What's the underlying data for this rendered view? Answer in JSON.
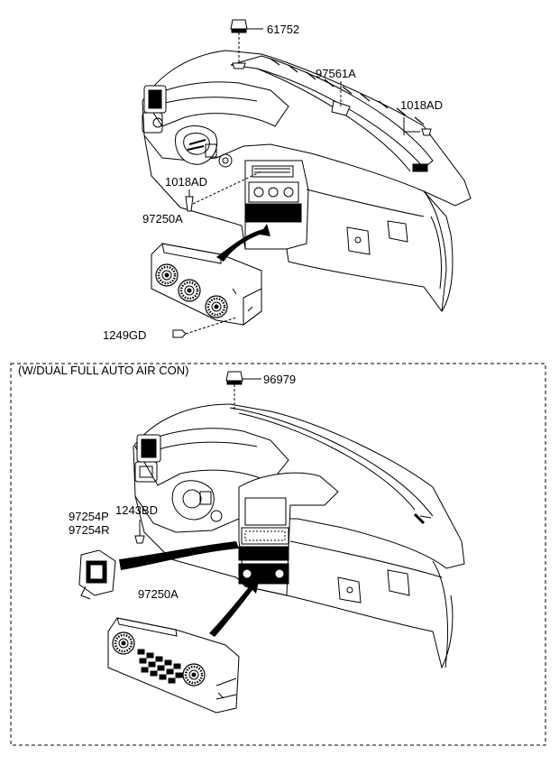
{
  "section_title": "(W/DUAL FULL AUTO AIR CON)",
  "parts": {
    "p61752": "61752",
    "p97561A": "97561A",
    "p1018AD_right": "1018AD",
    "p1018AD_left": "1018AD",
    "p97250A_top": "97250A",
    "p1249GD": "1249GD",
    "p96979": "96979",
    "p1243BD": "1243BD",
    "p97254P": "97254P",
    "p97254R": "97254R",
    "p97250A_bottom": "97250A"
  }
}
